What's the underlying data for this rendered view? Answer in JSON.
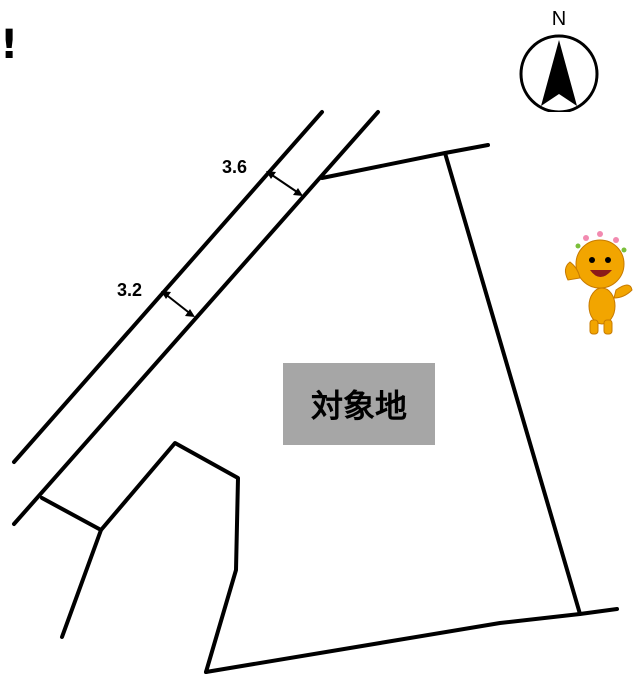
{
  "header": {
    "mark": "!"
  },
  "compass": {
    "north_label": "N"
  },
  "plot": {
    "label": "対象地"
  },
  "road": {
    "width_upper": "3.6",
    "width_lower": "3.2"
  },
  "colors": {
    "line": "#000000",
    "label_bg": "#a6a6a6",
    "mascot": "#f2a500"
  },
  "icons": {
    "compass": "north-arrow-icon",
    "mascot": "mascot-icon",
    "dimension": "double-arrow-icon"
  }
}
